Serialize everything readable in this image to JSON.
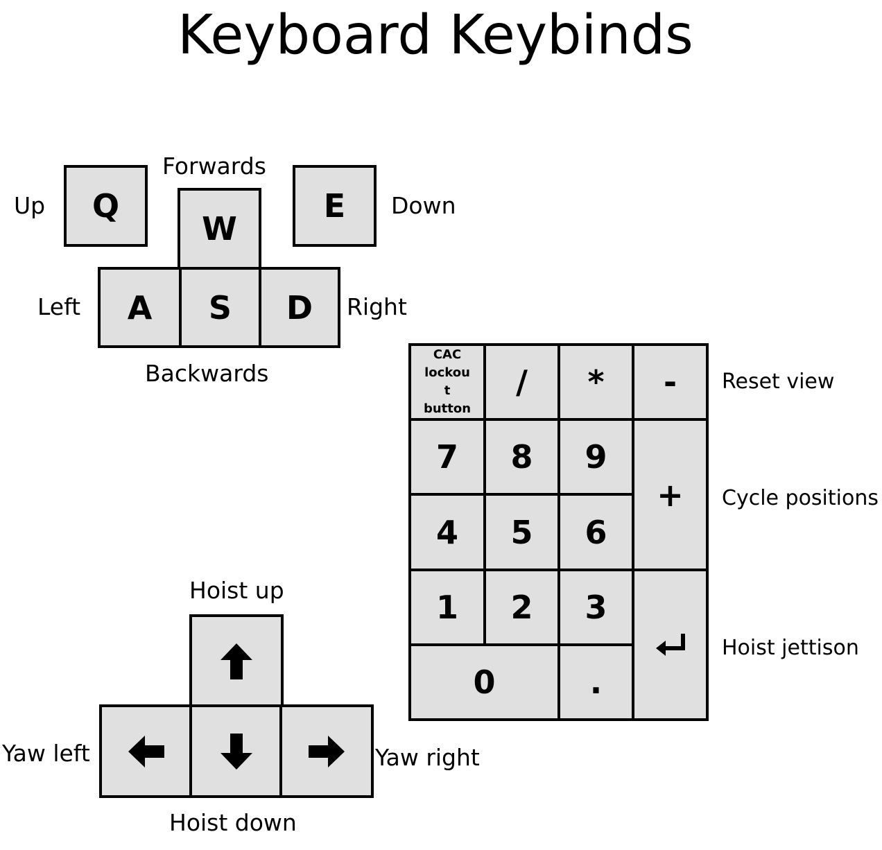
{
  "title": "Keyboard Keybinds",
  "wasd": {
    "keys": {
      "q": "Q",
      "w": "W",
      "e": "E",
      "a": "A",
      "s": "S",
      "d": "D"
    },
    "labels": {
      "forwards": "Forwards",
      "up": "Up",
      "down": "Down",
      "left": "Left",
      "right": "Right",
      "backwards": "Backwards"
    }
  },
  "arrows": {
    "icons": {
      "up": "arrow-up-icon",
      "down": "arrow-down-icon",
      "left": "arrow-left-icon",
      "right": "arrow-right-icon"
    },
    "labels": {
      "hoist_up": "Hoist up",
      "yaw_left": "Yaw left",
      "yaw_right": "Yaw right",
      "hoist_down": "Hoist down"
    }
  },
  "numpad": {
    "keys": {
      "numlock_l1": "CAC",
      "numlock_l2": "lockou",
      "numlock_l3": "t",
      "numlock_l4": "button",
      "divide": "/",
      "multiply": "*",
      "minus": "-",
      "k7": "7",
      "k8": "8",
      "k9": "9",
      "plus": "+",
      "k4": "4",
      "k5": "5",
      "k6": "6",
      "k1": "1",
      "k2": "2",
      "k3": "3",
      "k0": "0",
      "dot": "."
    },
    "enter_icon": "enter-return-icon",
    "labels": {
      "reset_view": "Reset view",
      "cycle_positions": "Cycle positions",
      "hoist_jettison": "Hoist jettison"
    }
  }
}
